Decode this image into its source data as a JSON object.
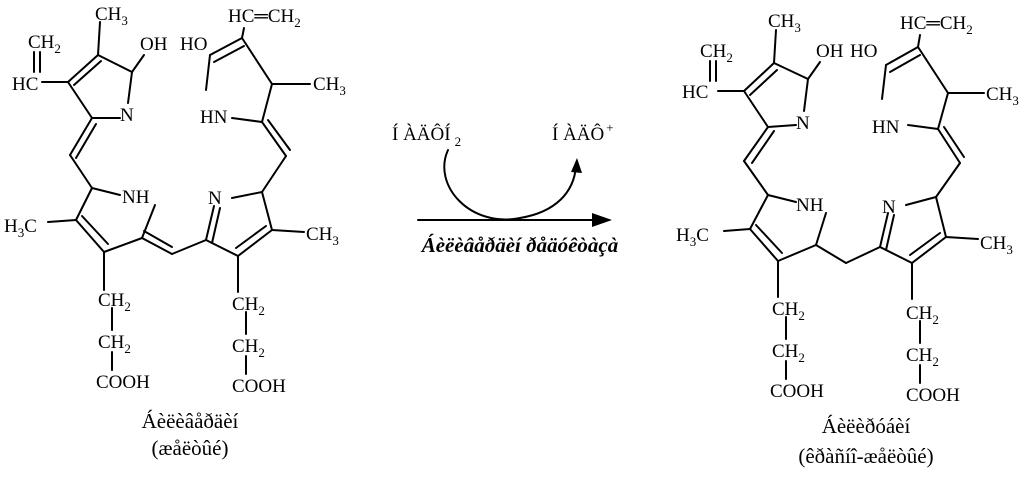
{
  "labels": {
    "ch3": "CH",
    "three": "3",
    "ch2": "CH",
    "two": "2",
    "hc": "HC",
    "oh": "OH",
    "ho": "HO",
    "n": "N",
    "nh": "NH",
    "hn": "HN",
    "h3": "H",
    "c": "C",
    "cooh": "COOH"
  },
  "reaction": {
    "reagent": "Í ÀÄÔÍ",
    "reagent_sub": "2",
    "product_cofactor": "Í ÀÄÔ",
    "product_sup": "+",
    "enzyme": "Áèëèâåðäèí ðåäóêòàçà"
  },
  "left_molecule": {
    "name": "Áèëèâåðäèí",
    "color_note": "(æåëòûé)"
  },
  "right_molecule": {
    "name": "Áèëèðóáèí",
    "color_note": "(êðàñíî-æåëòûé)"
  },
  "colors": {
    "ink": "#000000",
    "background": "#ffffff"
  }
}
